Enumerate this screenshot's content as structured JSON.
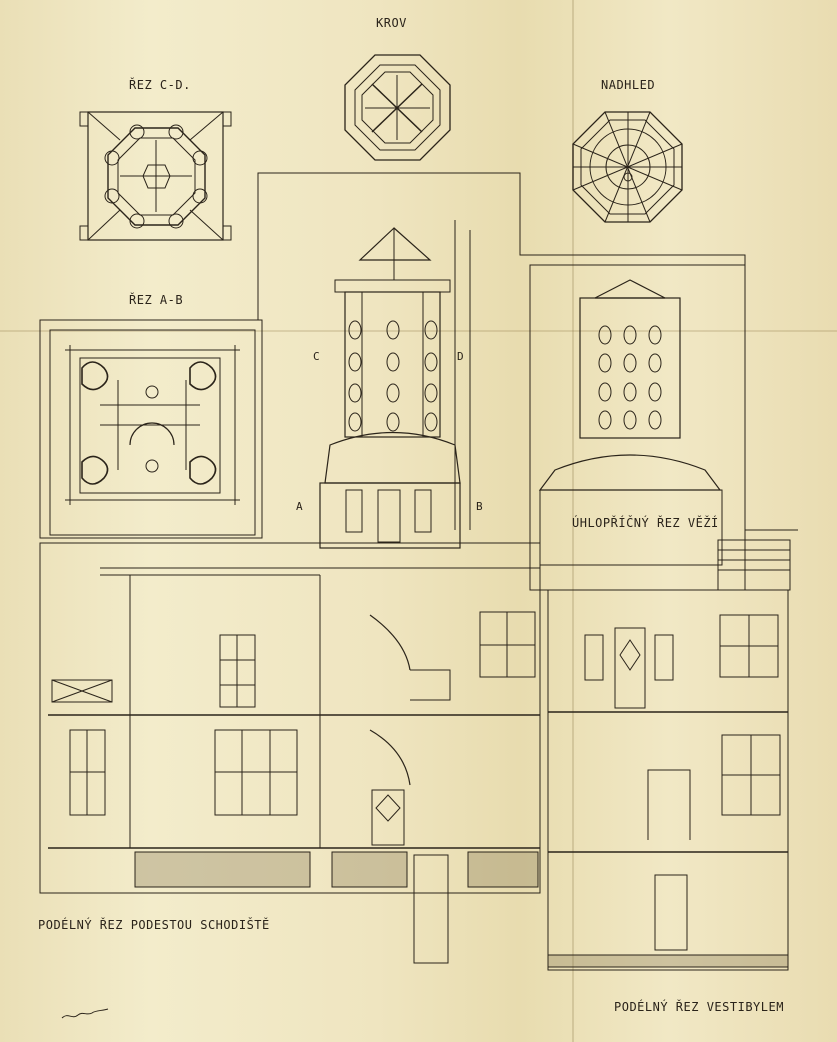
{
  "labels": {
    "krov": "KROV",
    "rez_cd": "ŘEZ C-D.",
    "nadhled": "NADHLED",
    "rez_ab": "ŘEZ A-B",
    "uhlopricny": "ÚHLOPŘÍČNÝ ŘEZ VĚŽÍ",
    "podelny_schodiste": "PODÉLNÝ ŘEZ PODESTOU SCHODIŠTĚ",
    "podelny_vestibul": "PODÉLNÝ ŘEZ VESTIBYLEM",
    "section_a": "A",
    "section_b": "B",
    "section_c": "C",
    "section_d": "D"
  },
  "colors": {
    "paper": "#efe6c2",
    "ink": "#2b241a"
  }
}
